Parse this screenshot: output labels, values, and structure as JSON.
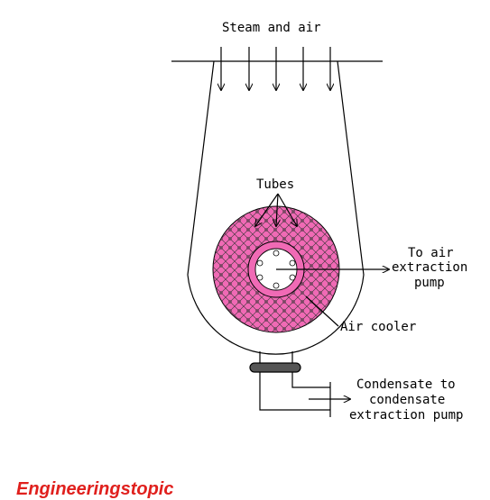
{
  "labels": {
    "steam_air": "Steam and air",
    "tubes": "Tubes",
    "air_extraction": [
      "To air",
      "extraction",
      "pump"
    ],
    "air_cooler": "Air cooler",
    "condensate": [
      "Condensate to",
      "condensate",
      "extraction pump"
    ]
  },
  "brand": "Engineeringstopic",
  "colors": {
    "tube_bank": "#f06ab5",
    "brand": "#e0201d",
    "seal_ring": "#555555"
  }
}
